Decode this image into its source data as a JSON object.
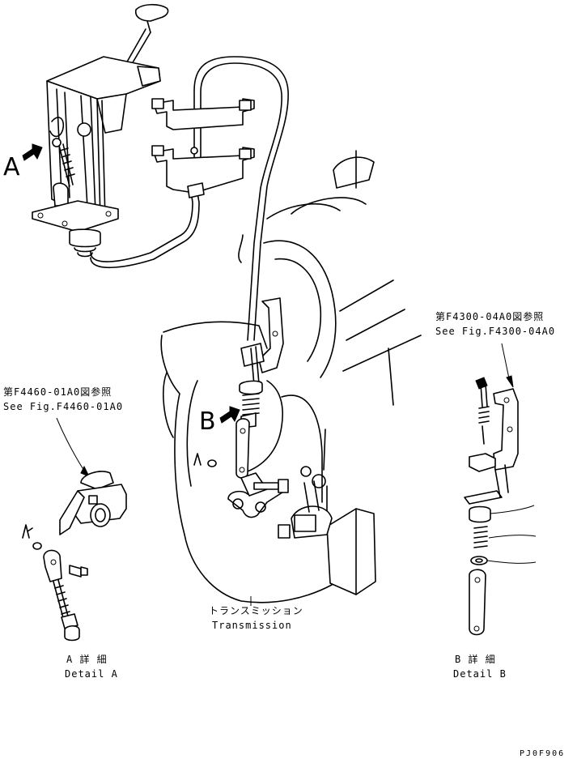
{
  "figure": {
    "callout_a": "A",
    "callout_b": "B",
    "ref_a_jp": "第F4460-01A0図参照",
    "ref_a_en": "See Fig.F4460-01A0",
    "ref_b_jp": "第F4300-04A0図参照",
    "ref_b_en": "See Fig.F4300-04A0",
    "transmission_jp": "トランスミッション",
    "transmission_en": "Transmission",
    "detail_a_jp": "A 詳 細",
    "detail_a_en": "Detail A",
    "detail_b_jp": "B 詳 細",
    "detail_b_en": "Detail B",
    "figure_code": "PJ0F906"
  }
}
